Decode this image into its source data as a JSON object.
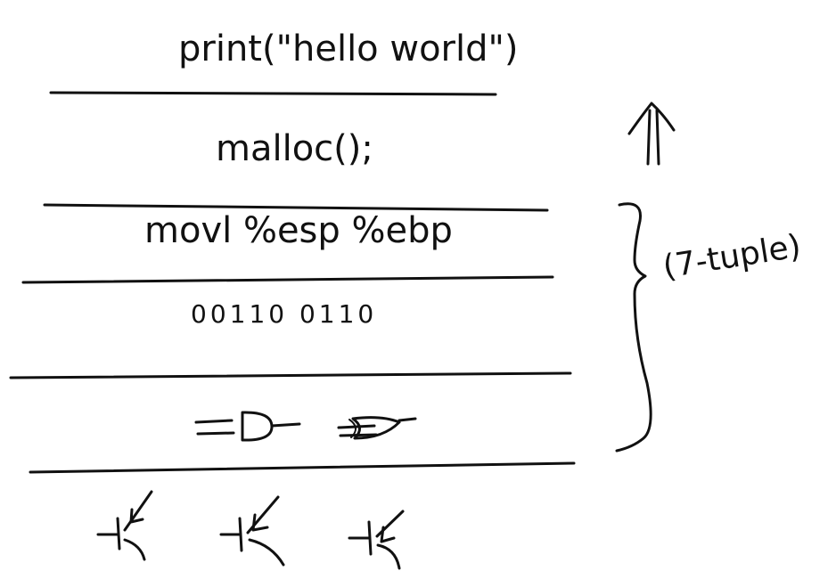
{
  "layers": [
    {
      "label": "print(\"hello world\")"
    },
    {
      "label": "malloc();"
    },
    {
      "label": "movl  %esp  %ebp"
    },
    {
      "label": "00110 0110"
    },
    {
      "label": "=D-  =D>"
    }
  ],
  "annotation": {
    "arrow": "up-double-arrow",
    "brace_label": "(7-tuple)"
  },
  "bottom_symbols": [
    "transistor-icon",
    "transistor-icon",
    "transistor-icon"
  ]
}
